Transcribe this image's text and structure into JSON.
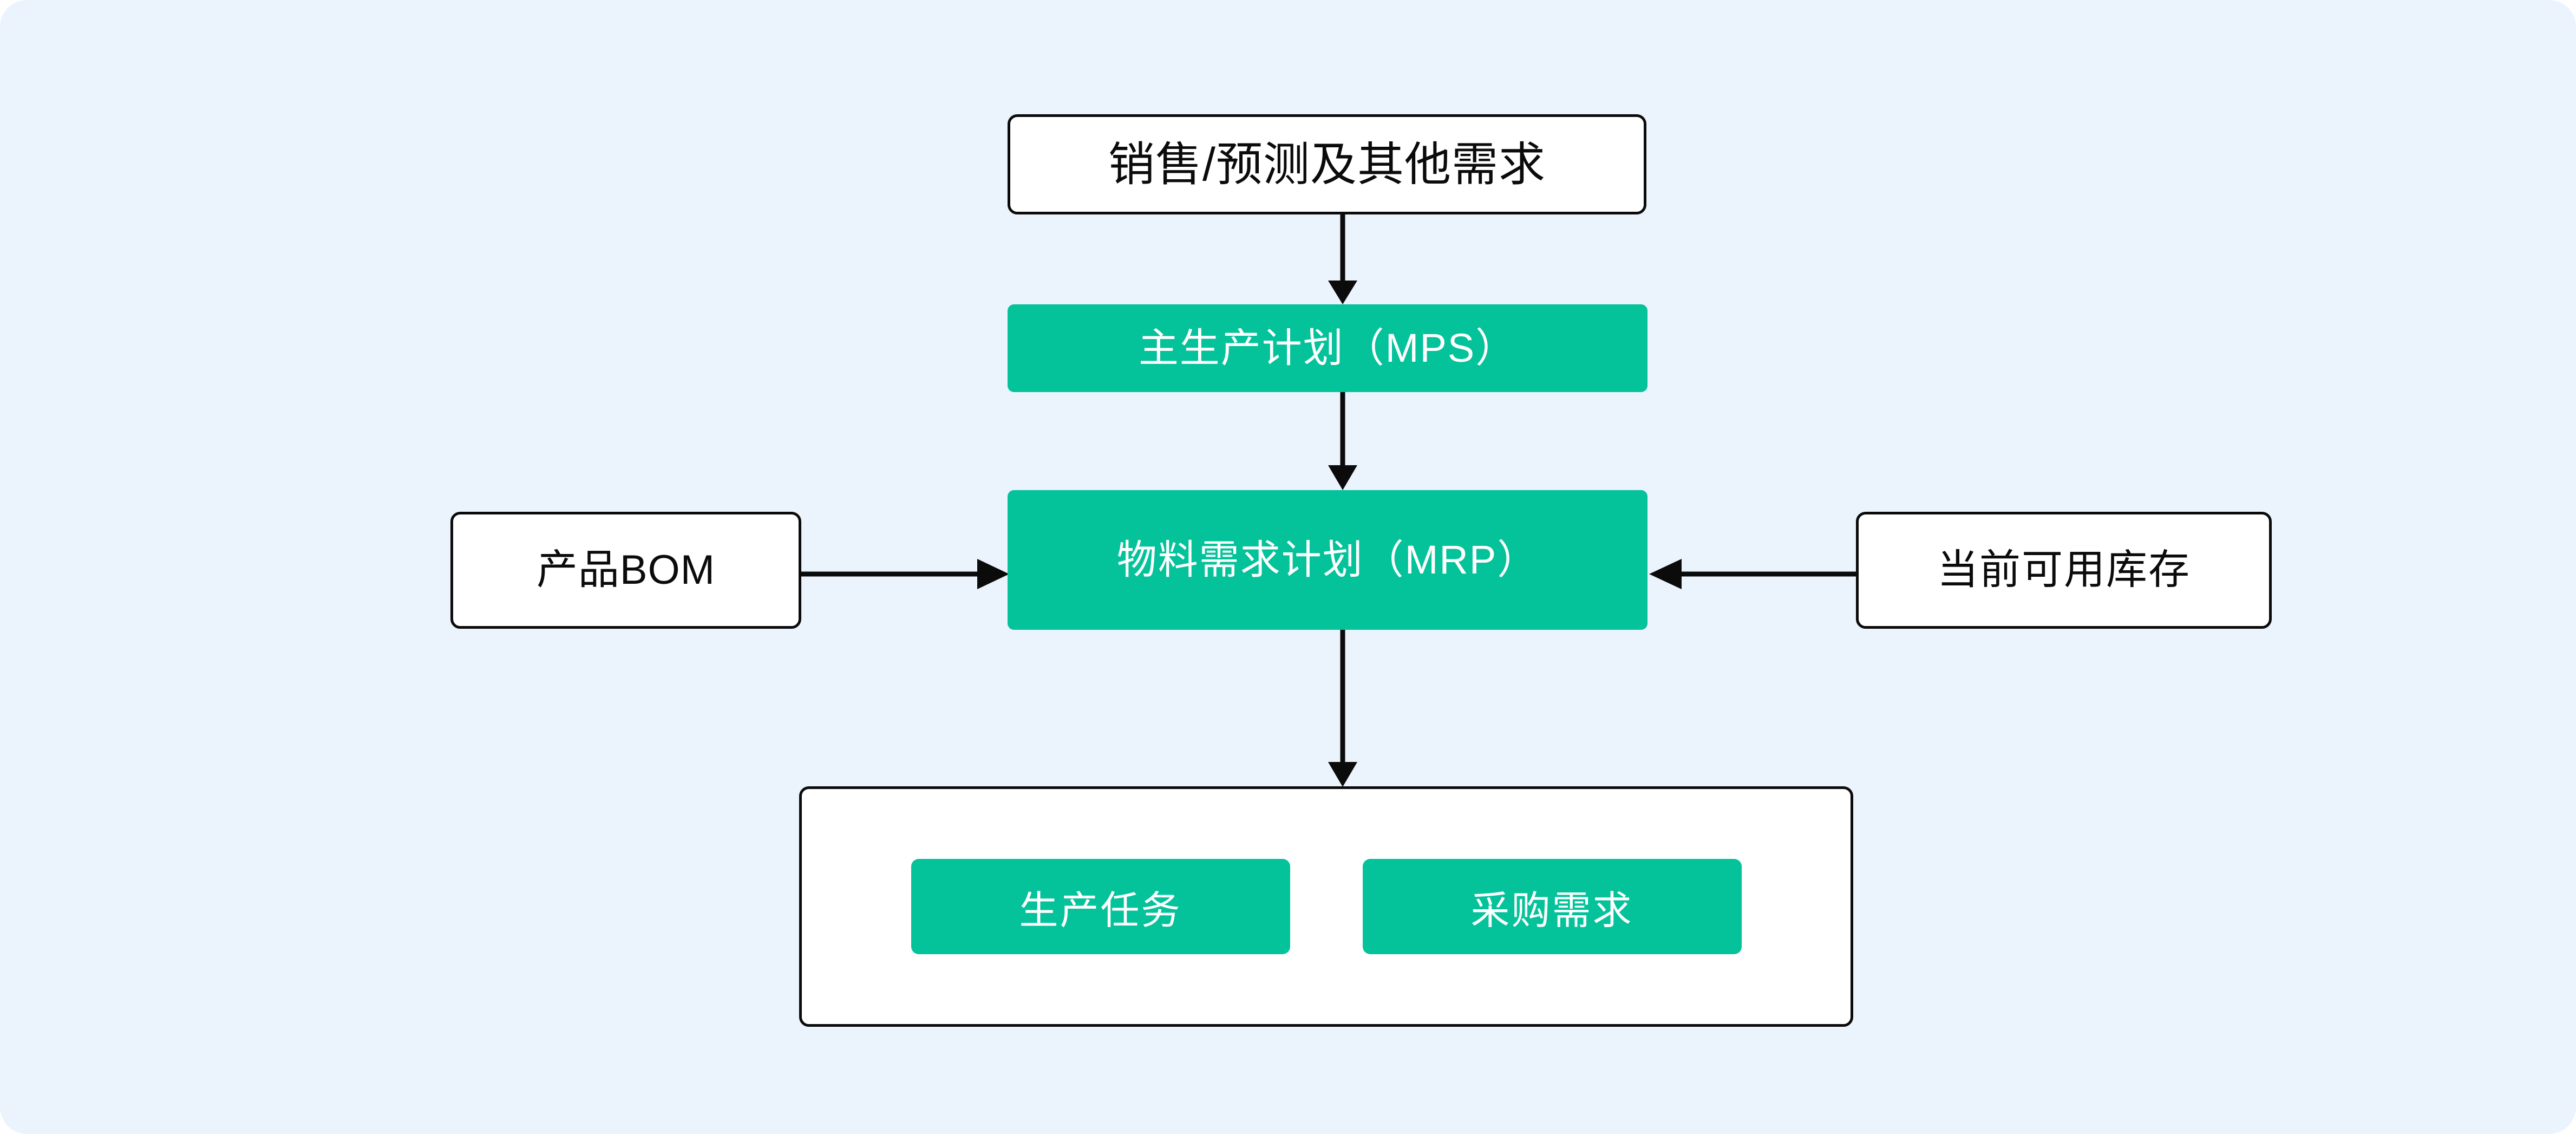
{
  "diagram": {
    "title_text_absent": true,
    "background_color": "#EBF3FC",
    "accent_color": "#04C29A",
    "line_color": "#0b0b0b",
    "box_fill_color": "#FFFFFF"
  },
  "nodes": {
    "demand": {
      "label": "销售/预测及其他需求",
      "style": "white-outline"
    },
    "mps": {
      "label": "主生产计划（MPS）",
      "style": "green-fill"
    },
    "mrp": {
      "label": "物料需求计划（MRP）",
      "style": "green-fill"
    },
    "bom": {
      "label": "产品BOM",
      "style": "white-outline"
    },
    "stock": {
      "label": "当前可用库存",
      "style": "white-outline"
    }
  },
  "outputs": {
    "container_style": "white-outline",
    "items": [
      {
        "label": "生产任务"
      },
      {
        "label": "采购需求"
      }
    ]
  },
  "edges": [
    {
      "from": "demand",
      "to": "mps",
      "direction": "down",
      "arrowhead": true
    },
    {
      "from": "mps",
      "to": "mrp",
      "direction": "down",
      "arrowhead": true
    },
    {
      "from": "bom",
      "to": "mrp",
      "direction": "right",
      "arrowhead": true
    },
    {
      "from": "stock",
      "to": "mrp",
      "direction": "left",
      "arrowhead": true
    },
    {
      "from": "mrp",
      "to": "outputs",
      "direction": "down",
      "arrowhead": true
    }
  ]
}
